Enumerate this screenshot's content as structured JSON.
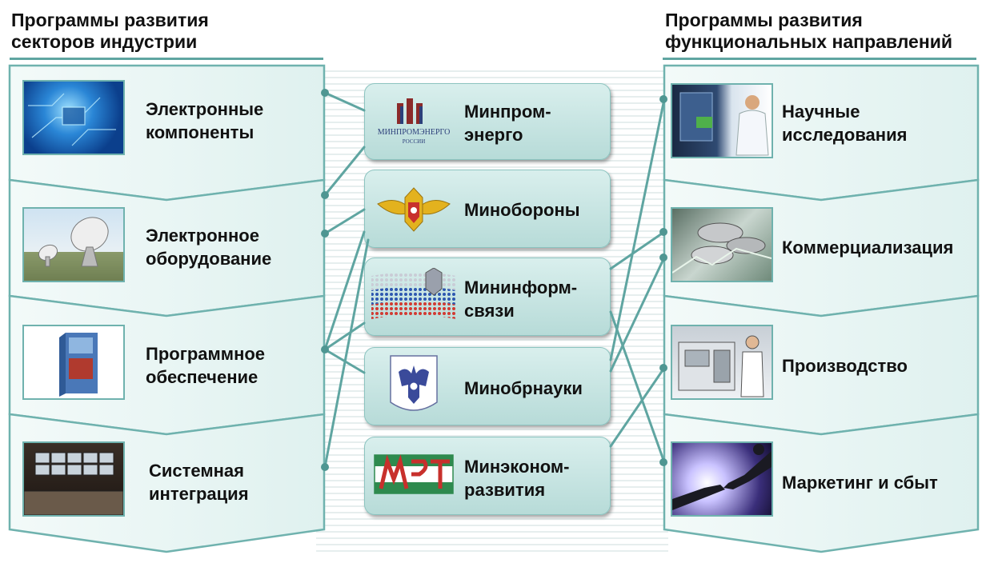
{
  "headers": {
    "left": "Программы развития\nсекторов индустрии",
    "right": "Программы развития\nфункциональных направлений"
  },
  "left_sectors": [
    {
      "label": "Электронные\nкомпоненты",
      "icon": "circuit-board-photo"
    },
    {
      "label": "Электронное\nоборудование",
      "icon": "satellite-dish-photo"
    },
    {
      "label": "Программное\nобеспечение",
      "icon": "software-box-photo"
    },
    {
      "label": "Системная\nинтеграция",
      "icon": "control-room-photo"
    }
  ],
  "ministries": [
    {
      "label": "Минпром-\nэнерго",
      "logo_text": "МИНПРОМЭНЕРГО",
      "logo_sub": "РОССИИ"
    },
    {
      "label": "Минобороны"
    },
    {
      "label": "Мининформ-\nсвязи"
    },
    {
      "label": "Минобрнауки"
    },
    {
      "label": "Минэконом-\nразвития"
    }
  ],
  "right_directions": [
    {
      "label": "Научные\nисследования",
      "icon": "lab-research-photo"
    },
    {
      "label": "Коммерциализация",
      "icon": "coins-photo"
    },
    {
      "label": "Производство",
      "icon": "factory-machine-photo"
    },
    {
      "label": "Маркетинг и сбыт",
      "icon": "handshake-photo"
    }
  ],
  "colors": {
    "accent": "#5fa5a1",
    "panel": "#e4f3f1",
    "box": "#c6e5e2"
  }
}
